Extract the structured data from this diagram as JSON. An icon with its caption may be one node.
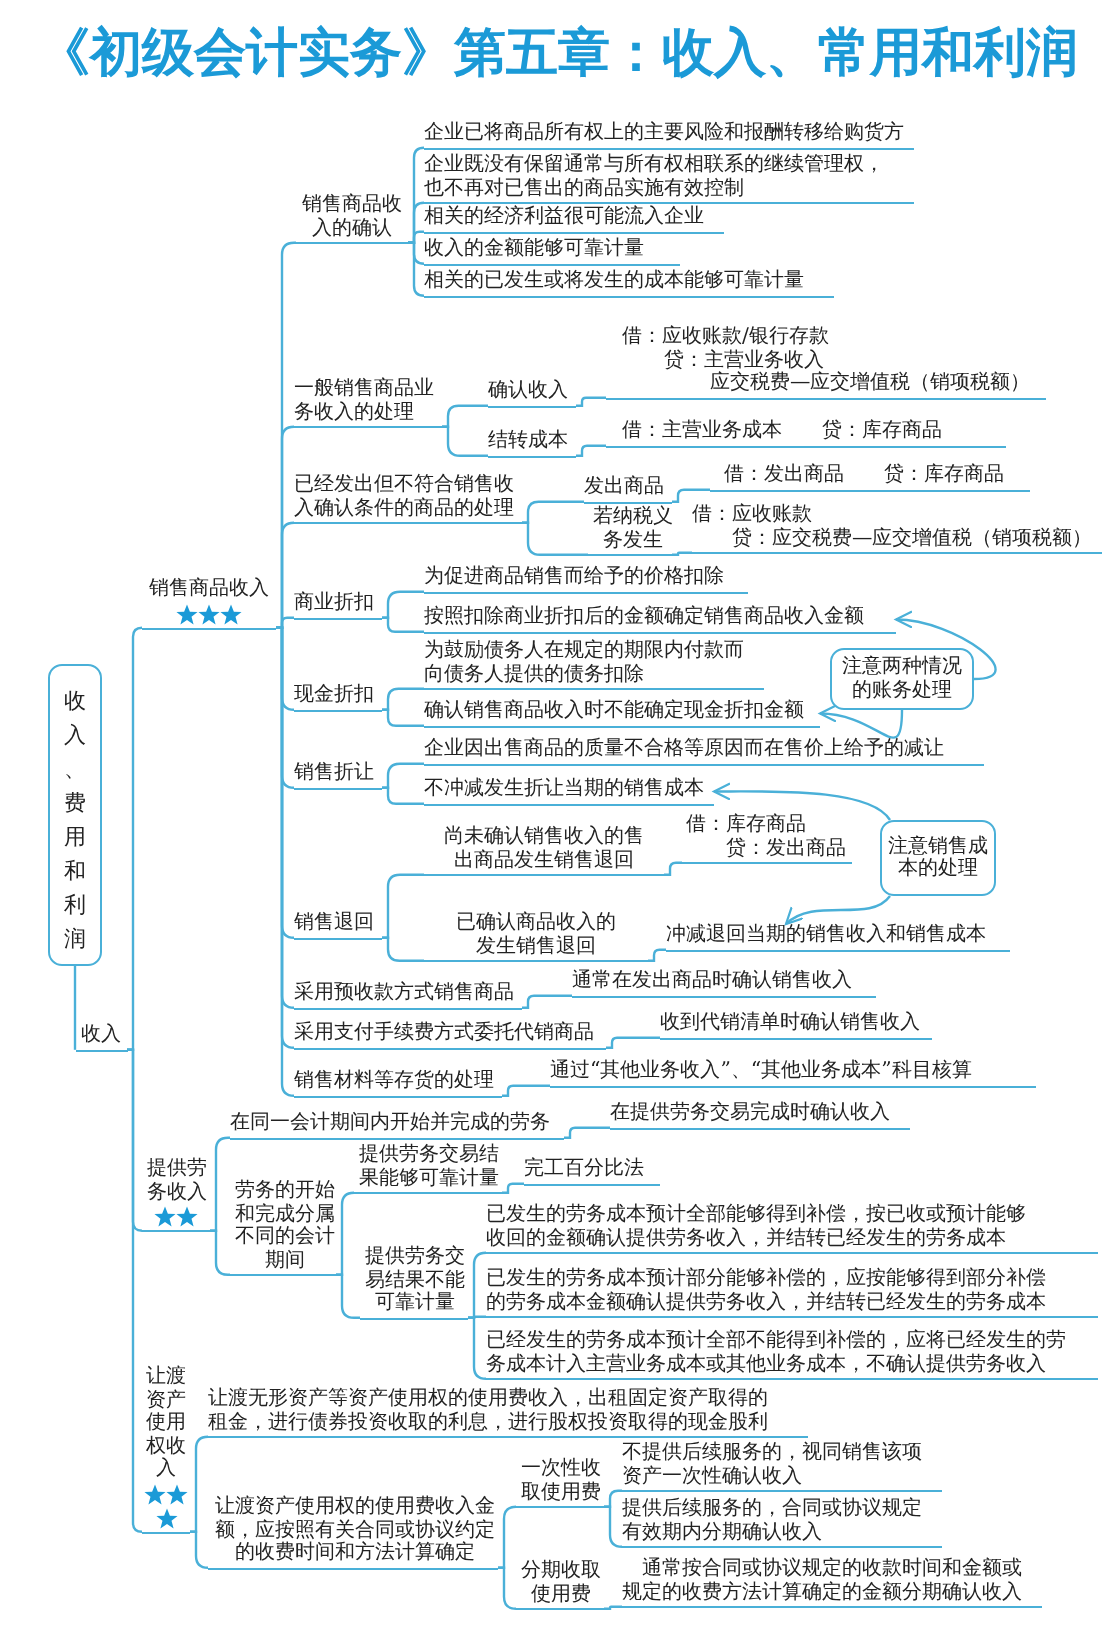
{
  "diagram": {
    "title": "《初级会计实务》第五章：收入、常用和利润",
    "nodes": [
      {
        "text": [
          "收入、费用和利润"
        ]
      },
      {
        "text": [
          "收入"
        ]
      },
      {
        "text": [
          "销售商品收入"
        ]
      },
      {
        "text": [
          "销售商品收入的确认"
        ]
      },
      {
        "text": [
          "企业已将商品所有权上的主要风险和报酬转移给购货方"
        ]
      },
      {
        "text": [
          "企业既没有保留通常与所有权相联系的继续管理权，也不再对已售出的商品实施有效控制"
        ]
      },
      {
        "text": [
          "相关的经济利益很可能流入企业"
        ]
      },
      {
        "text": [
          "收入的金额能够可靠计量"
        ]
      },
      {
        "text": [
          "相关的已发生或将发生的成本能够可靠计量"
        ]
      },
      {
        "text": [
          "一般销售商品业务收入的处理"
        ]
      },
      {
        "text": [
          "确认收入"
        ]
      },
      {
        "text": [
          "结转成本"
        ]
      },
      {
        "text": [
          "借：应收账款/银行存款",
          "贷：主营业务收入",
          "应交税费—应交增值税（销项税额）"
        ]
      },
      {
        "text": [
          "借：主营业务成本",
          "贷：库存商品"
        ]
      },
      {
        "text": [
          "已经发出但不符合销售收入确认条件的商品的处理"
        ]
      },
      {
        "text": [
          "发出商品"
        ]
      },
      {
        "text": [
          "若纳税义务发生"
        ]
      },
      {
        "text": [
          "借：发出商品",
          "贷：库存商品"
        ]
      },
      {
        "text": [
          "借：应收账款",
          "贷：应交税费—应交增值税（销项税额）"
        ]
      },
      {
        "text": [
          "商业折扣"
        ]
      },
      {
        "text": [
          "为促进商品销售而给予的价格扣除"
        ]
      },
      {
        "text": [
          "按照扣除商业折扣后的金额确定销售商品收入金额"
        ]
      },
      {
        "text": [
          "现金折扣"
        ]
      },
      {
        "text": [
          "为鼓励债务人在规定的期限内付款而向债务人提供的债务扣除"
        ]
      },
      {
        "text": [
          "确认销售商品收入时不能确定现金折扣金额"
        ]
      },
      {
        "text": [
          "注意两种情况的账务处理"
        ]
      },
      {
        "text": [
          "销售折让"
        ]
      },
      {
        "text": [
          "企业因出售商品的质量不合格等原因而在售价上给予的减让"
        ]
      },
      {
        "text": [
          "不冲减发生折让当期的销售成本"
        ]
      },
      {
        "text": [
          "销售退回"
        ]
      },
      {
        "text": [
          "尚未确认销售收入的售出商品发生销售退回"
        ]
      },
      {
        "text": [
          "借：库存商品",
          "贷：发出商品"
        ]
      },
      {
        "text": [
          "已确认商品收入的发生销售退回"
        ]
      },
      {
        "text": [
          "冲减退回当期的销售收入和销售成本"
        ]
      },
      {
        "text": [
          "注意销售成本的处理"
        ]
      },
      {
        "text": [
          "采用预收款方式销售商品"
        ]
      },
      {
        "text": [
          "通常在发出商品时确认销售收入"
        ]
      },
      {
        "text": [
          "采用支付手续费方式委托代销商品"
        ]
      },
      {
        "text": [
          "收到代销清单时确认销售收入"
        ]
      },
      {
        "text": [
          "销售材料等存货的处理"
        ]
      },
      {
        "text": [
          "通过“其他业务收入”、“其他业务成本”科目核算"
        ]
      },
      {
        "text": [
          "提供劳务收入"
        ]
      },
      {
        "text": [
          "在同一会计期间内开始并完成的劳务"
        ]
      },
      {
        "text": [
          "在提供劳务交易完成时确认收入"
        ]
      },
      {
        "text": [
          "劳务的开始和完成分属不同的会计期间"
        ]
      },
      {
        "text": [
          "提供劳务交易结果能够可靠计量"
        ]
      },
      {
        "text": [
          "完工百分比法"
        ]
      },
      {
        "text": [
          "提供劳务交易结果不能可靠计量"
        ]
      },
      {
        "text": [
          "已发生的劳务成本预计全部能够得到补偿，按已收或预计能够收回的金额确认提供劳务收入，并结转已经发生的劳务成本"
        ]
      },
      {
        "text": [
          "已发生的劳务成本预计部分能够补偿的，应按能够得到部分补偿的劳务成本金额确认提供劳务收入，并结转已经发生的劳务成本"
        ]
      },
      {
        "text": [
          "已经发生的劳务成本预计全部不能得到补偿的，应将已经发生的劳务成本计入主营业务成本或其他业务成本，不确认提供劳务收入"
        ]
      },
      {
        "text": [
          "让渡资产使用权收入"
        ]
      },
      {
        "text": [
          "让渡无形资产等资产使用权的使用费收入，出租固定资产取得的租金，进行债券投资收取的利息，进行股权投资取得的现金股利"
        ]
      },
      {
        "text": [
          "让渡资产使用权的使用费收入金额，应按照有关合同或协议约定的收费时间和方法计算确定"
        ]
      },
      {
        "text": [
          "一次性收取使用费"
        ]
      },
      {
        "text": [
          "分期收取使用费"
        ]
      },
      {
        "text": [
          "不提供后续服务的，视同销售该项资产一次性确认收入"
        ]
      },
      {
        "text": [
          "提供后续服务的，合同或协议规定有效期内分期确认收入"
        ]
      },
      {
        "text": [
          "通常按合同或协议规定的收款时间和金额或规定的收费方法计算确定的金额分期确认收入"
        ]
      }
    ],
    "edges": [
      {
        "from": 0,
        "to": 1,
        "arrow": "none"
      },
      {
        "from": 1,
        "to": 2,
        "arrow": "none"
      },
      {
        "from": 1,
        "to": 41,
        "arrow": "none"
      },
      {
        "from": 1,
        "to": 51,
        "arrow": "none"
      },
      {
        "from": 2,
        "to": 3,
        "arrow": "none"
      },
      {
        "from": 2,
        "to": 9,
        "arrow": "none"
      },
      {
        "from": 2,
        "to": 14,
        "arrow": "none"
      },
      {
        "from": 2,
        "to": 19,
        "arrow": "none"
      },
      {
        "from": 2,
        "to": 22,
        "arrow": "none"
      },
      {
        "from": 2,
        "to": 26,
        "arrow": "none"
      },
      {
        "from": 2,
        "to": 29,
        "arrow": "none"
      },
      {
        "from": 2,
        "to": 35,
        "arrow": "none"
      },
      {
        "from": 2,
        "to": 37,
        "arrow": "none"
      },
      {
        "from": 2,
        "to": 39,
        "arrow": "none"
      },
      {
        "from": 3,
        "to": 4,
        "arrow": "none"
      },
      {
        "from": 3,
        "to": 5,
        "arrow": "none"
      },
      {
        "from": 3,
        "to": 6,
        "arrow": "none"
      },
      {
        "from": 3,
        "to": 7,
        "arrow": "none"
      },
      {
        "from": 3,
        "to": 8,
        "arrow": "none"
      },
      {
        "from": 9,
        "to": 10,
        "arrow": "none"
      },
      {
        "from": 9,
        "to": 11,
        "arrow": "none"
      },
      {
        "from": 10,
        "to": 12,
        "arrow": "none"
      },
      {
        "from": 11,
        "to": 13,
        "arrow": "none"
      },
      {
        "from": 14,
        "to": 15,
        "arrow": "none"
      },
      {
        "from": 14,
        "to": 16,
        "arrow": "none"
      },
      {
        "from": 15,
        "to": 17,
        "arrow": "none"
      },
      {
        "from": 16,
        "to": 18,
        "arrow": "none"
      },
      {
        "from": 19,
        "to": 20,
        "arrow": "none"
      },
      {
        "from": 19,
        "to": 21,
        "arrow": "none"
      },
      {
        "from": 22,
        "to": 23,
        "arrow": "none"
      },
      {
        "from": 22,
        "to": 24,
        "arrow": "none"
      },
      {
        "from": 26,
        "to": 27,
        "arrow": "none"
      },
      {
        "from": 26,
        "to": 28,
        "arrow": "none"
      },
      {
        "from": 29,
        "to": 30,
        "arrow": "none"
      },
      {
        "from": 29,
        "to": 32,
        "arrow": "none"
      },
      {
        "from": 30,
        "to": 31,
        "arrow": "none"
      },
      {
        "from": 32,
        "to": 33,
        "arrow": "none"
      },
      {
        "from": 35,
        "to": 36,
        "arrow": "none"
      },
      {
        "from": 37,
        "to": 38,
        "arrow": "none"
      },
      {
        "from": 39,
        "to": 40,
        "arrow": "none"
      },
      {
        "from": 41,
        "to": 42,
        "arrow": "none"
      },
      {
        "from": 41,
        "to": 44,
        "arrow": "none"
      },
      {
        "from": 42,
        "to": 43,
        "arrow": "none"
      },
      {
        "from": 44,
        "to": 45,
        "arrow": "none"
      },
      {
        "from": 44,
        "to": 47,
        "arrow": "none"
      },
      {
        "from": 45,
        "to": 46,
        "arrow": "none"
      },
      {
        "from": 47,
        "to": 48,
        "arrow": "none"
      },
      {
        "from": 47,
        "to": 49,
        "arrow": "none"
      },
      {
        "from": 47,
        "to": 50,
        "arrow": "none"
      },
      {
        "from": 51,
        "to": 52,
        "arrow": "none"
      },
      {
        "from": 51,
        "to": 53,
        "arrow": "none"
      },
      {
        "from": 53,
        "to": 54,
        "arrow": "none"
      },
      {
        "from": 53,
        "to": 55,
        "arrow": "none"
      },
      {
        "from": 54,
        "to": 56,
        "arrow": "none"
      },
      {
        "from": 54,
        "to": 57,
        "arrow": "none"
      },
      {
        "from": 55,
        "to": 58,
        "arrow": "none"
      },
      {
        "from": 25,
        "to": 21,
        "arrow": "to"
      },
      {
        "from": 25,
        "to": 24,
        "arrow": "to"
      },
      {
        "from": 34,
        "to": 28,
        "arrow": "to"
      },
      {
        "from": 34,
        "to": 33,
        "arrow": "to"
      }
    ]
  }
}
